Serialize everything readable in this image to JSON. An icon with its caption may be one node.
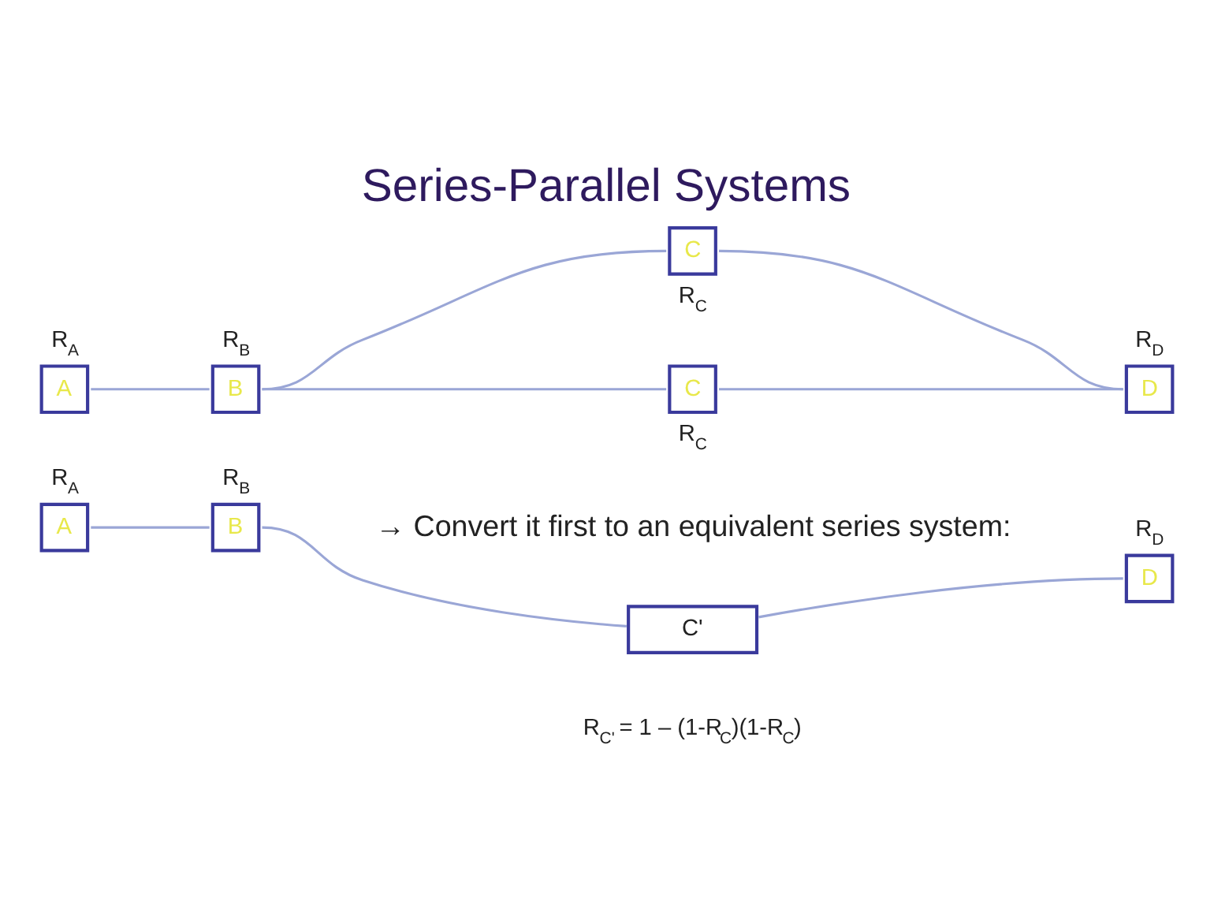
{
  "diagram": {
    "title": "Series-Parallel Systems",
    "nodes": [
      {
        "text": [
          "A"
        ],
        "beside": [
          "R$_{A}$"
        ]
      },
      {
        "text": [
          "B"
        ],
        "beside": [
          "R$_{B}$"
        ]
      },
      {
        "text": [
          "C"
        ],
        "beside": [
          "R$_{C}$"
        ]
      },
      {
        "text": [
          "C"
        ],
        "beside": [
          "R$_{C}$"
        ]
      },
      {
        "text": [
          "D"
        ],
        "beside": [
          "R$_{D}$"
        ]
      },
      {
        "text": [
          "A"
        ],
        "beside": [
          "R$_{A}$"
        ]
      },
      {
        "text": [
          "B"
        ],
        "beside": [
          "R$_{B}$"
        ]
      },
      {
        "text": [
          "C'"
        ]
      },
      {
        "text": [
          "D"
        ],
        "beside": [
          "R$_{D}$"
        ]
      }
    ],
    "edges": [
      {
        "from": 0,
        "to": 1,
        "arrow": "none"
      },
      {
        "from": 1,
        "to": 2,
        "arrow": "none"
      },
      {
        "from": 1,
        "to": 3,
        "arrow": "none"
      },
      {
        "from": 2,
        "to": 4,
        "arrow": "none"
      },
      {
        "from": 3,
        "to": 4,
        "arrow": "none"
      },
      {
        "from": 5,
        "to": 6,
        "arrow": "none"
      },
      {
        "from": 6,
        "to": 7,
        "arrow": "none"
      },
      {
        "from": 7,
        "to": 8,
        "arrow": "none"
      }
    ],
    "labels": [
      "→ Convert it first to an equivalent series system:",
      "R$_{C'}$ = 1 – (1-R$_{C}$)(1-R$_{C}$)"
    ]
  }
}
